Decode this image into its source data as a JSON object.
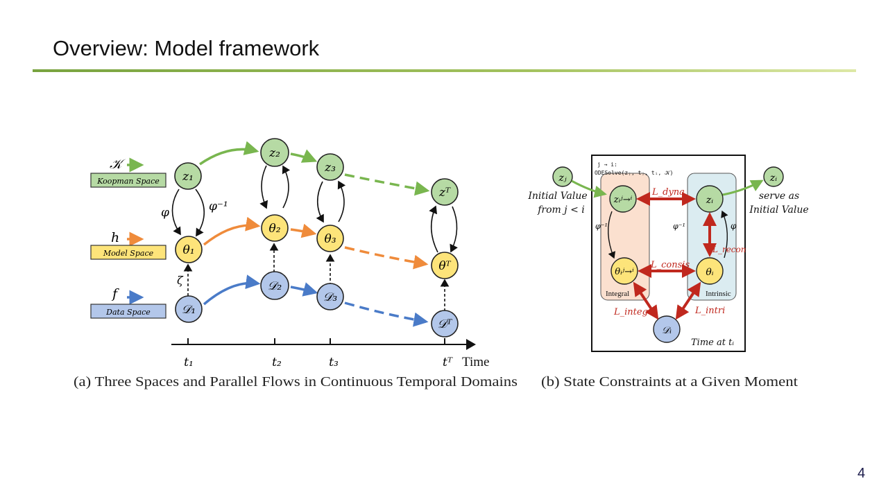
{
  "slide": {
    "title": "Overview: Model framework",
    "page_number": "4"
  },
  "figure_a": {
    "caption": "(a) Three Spaces and Parallel Flows in Continuous Temporal Domains",
    "spaces": [
      {
        "symbol": "𝒦",
        "label": "Koopman Space",
        "color": "#b6daa4"
      },
      {
        "symbol": "h",
        "label": "Model Space",
        "color": "#fde47a"
      },
      {
        "symbol": "f",
        "label": "Data Space",
        "color": "#b3c7ea"
      }
    ],
    "koopman_nodes": [
      "z₁",
      "z₂",
      "z₃",
      "zᵀ"
    ],
    "model_nodes": [
      "θ₁",
      "θ₂",
      "θ₃",
      "θᵀ"
    ],
    "data_nodes": [
      "𝒟₁",
      "𝒟₂",
      "𝒟₃",
      "𝒟ᵀ"
    ],
    "phi_label": "φ",
    "phi_inv_label": "φ⁻¹",
    "zeta_label": "ζ",
    "time_ticks": [
      "t₁",
      "t₂",
      "t₃",
      "tᵀ"
    ],
    "time_label": "Time"
  },
  "figure_b": {
    "caption": "(b) State Constraints at a Given Moment",
    "z_j": "zⱼ",
    "z_i_out": "zᵢ",
    "initial_value_text": [
      "Initial Value",
      "from j < i"
    ],
    "serve_as_text": [
      "serve as",
      "Initial Value"
    ],
    "ode_text": [
      "j → i:",
      "ODESolve(zⱼ, tⱼ, tᵢ, 𝒦)"
    ],
    "z_i_pred": "zᵢʲ→ⁱ",
    "theta_i_pred": "θᵢʲ→ⁱ",
    "z_i": "zᵢ",
    "theta_i": "θᵢ",
    "d_i": "𝒟ᵢ",
    "integral_label": "Integral",
    "intrinsic_label": "Intrinsic",
    "phi_label": "φ",
    "phi_inv_label": "φ⁻¹",
    "loss_dyna": "L_dyna",
    "loss_consis": "L_consis",
    "loss_recon": "L_recon",
    "loss_integ": "L_integ",
    "loss_intri": "L_intri",
    "time_at_text": "Time at tᵢ"
  },
  "colors": {
    "koopman_fill": "#b6daa4",
    "model_fill": "#fde47a",
    "data_fill": "#b3c7ea",
    "koopman_arrow": "#79b64f",
    "model_arrow": "#ef8b3b",
    "data_arrow": "#4a7bc8",
    "loss_red": "#c0281e",
    "rule_green": "#78a33f"
  }
}
